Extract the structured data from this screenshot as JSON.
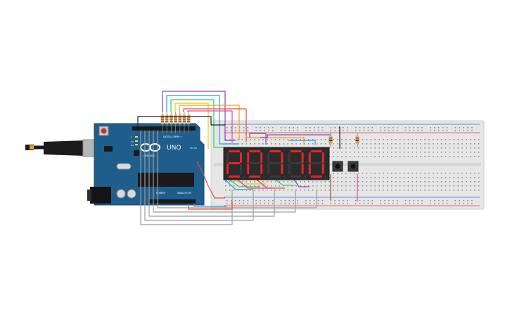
{
  "arduino": {
    "brand": "ARDUINO",
    "model": "UNO",
    "digital_label": "DIGITAL (PWM~)",
    "power_label": "POWER",
    "analog_label": "ANALOG IN",
    "tx_label": "TX",
    "rx_label": "RX",
    "l_label": "L",
    "on_label": "ON"
  },
  "display": {
    "digits": [
      "2",
      "0",
      "7",
      "7",
      "0"
    ],
    "segment_color": "#e3262b",
    "segment_off_color": "#3a3a3a",
    "body_color": "#2b2b2b"
  },
  "colors": {
    "board": "#1f5e8c",
    "breadboard": "#e6e6e6",
    "rail_red": "#d33b3b",
    "rail_blue": "#3b6fd3",
    "wire_gray": "#9c9c9c",
    "wire_purple": "#8e44ad",
    "wire_blue": "#3498db",
    "wire_green": "#2ecc71",
    "wire_yellow": "#f1c40f",
    "wire_orange": "#f39c12",
    "wire_red": "#e74c3c",
    "wire_pink": "#e84393",
    "wire_brown": "#8b5a2b",
    "wire_black": "#222222"
  },
  "components": [
    "usb-cable",
    "arduino-uno",
    "breadboard",
    "resistor-array",
    "seven-segment-display",
    "pushbutton-1",
    "pushbutton-2"
  ]
}
